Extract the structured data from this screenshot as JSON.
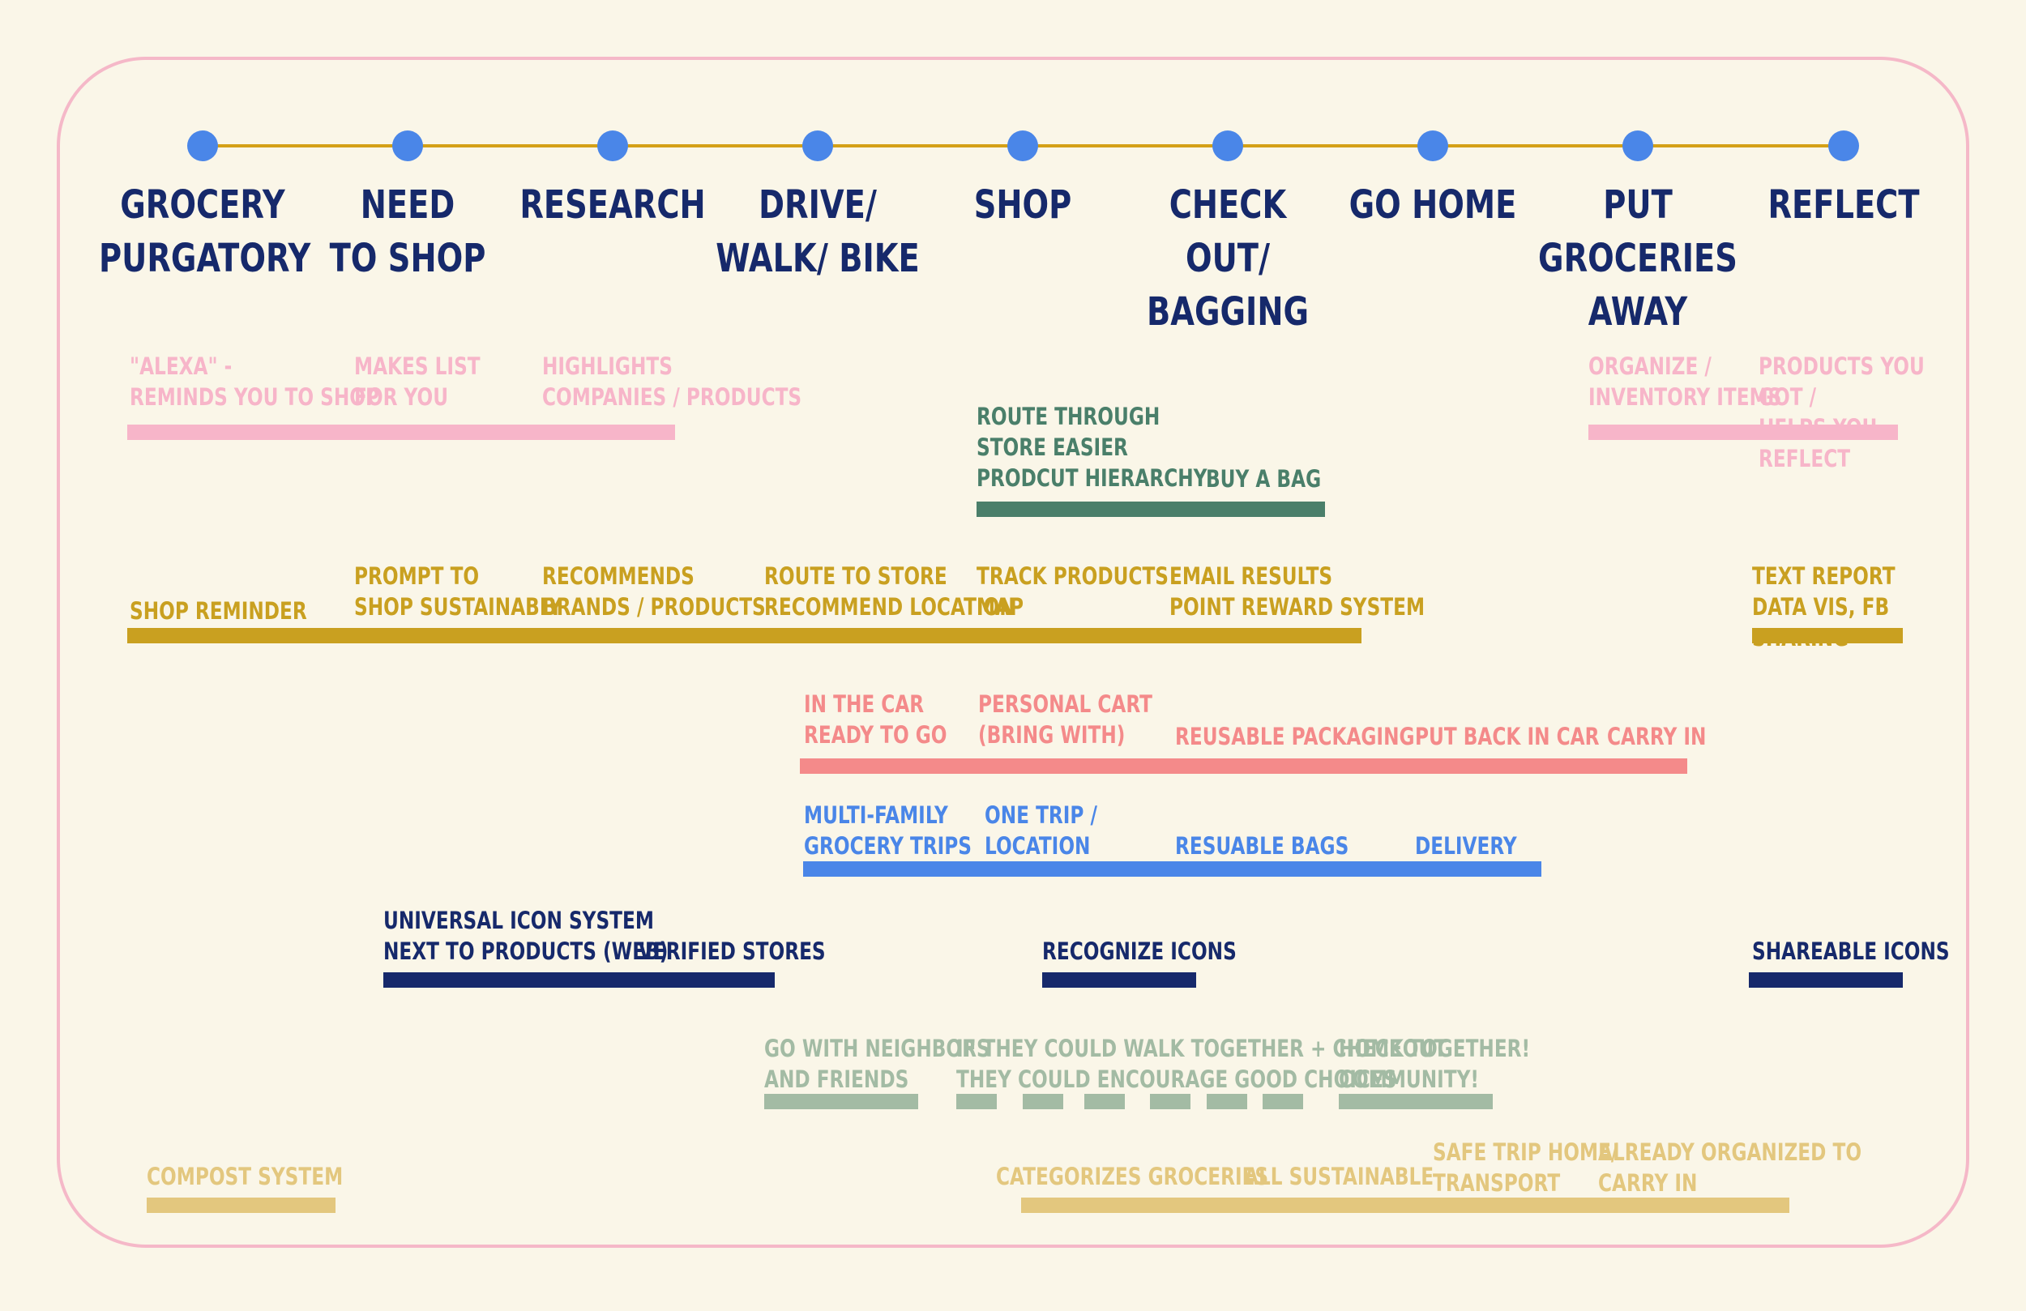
{
  "stages": [
    {
      "label": "GROCERY\nPURGATORY"
    },
    {
      "label": "NEED\nTO SHOP"
    },
    {
      "label": "RESEARCH"
    },
    {
      "label": "DRIVE/\nWALK/ BIKE"
    },
    {
      "label": "SHOP"
    },
    {
      "label": "CHECK OUT/\nBAGGING"
    },
    {
      "label": "GO HOME"
    },
    {
      "label": "PUT\nGROCERIES\nAWAY"
    },
    {
      "label": "REFLECT"
    }
  ],
  "colors": {
    "timeline_line": "#d4a017",
    "timeline_dot": "#4a86e8",
    "stage_text": "#16296b",
    "frame": "#f5b8c8",
    "background": "#faf6e8"
  },
  "lanes": [
    {
      "id": "pink",
      "color": "#f7b5c9",
      "labels": [
        "\"ALEXA\" -\nREMINDS YOU TO SHOP",
        "MAKES LIST\nFOR YOU",
        "HIGHLIGHTS\nCOMPANIES / PRODUCTS",
        "ORGANIZE /\nINVENTORY ITEMS",
        "PRODUCTS YOU GOT /\nHELPS YOU REFLECT"
      ]
    },
    {
      "id": "green",
      "color": "#4a7f6a",
      "labels": [
        "ROUTE THROUGH\nSTORE EASIER\nPRODCUT HIERARCHY",
        "BUY A BAG"
      ]
    },
    {
      "id": "gold",
      "color": "#c9a020",
      "labels": [
        "SHOP REMINDER",
        "PROMPT TO\nSHOP SUSTAINABLY",
        "RECOMMENDS\nBRANDS / PRODUCTS",
        "ROUTE TO STORE\nRECOMMEND LOCATION",
        "TRACK PRODUCTS\nMAP",
        "EMAIL RESULTS\nPOINT REWARD SYSTEM",
        "TEXT REPORT\nDATA VIS, FB SHARING"
      ]
    },
    {
      "id": "salmon",
      "color": "#f48a8a",
      "labels": [
        "IN THE CAR\nREADY TO GO",
        "PERSONAL CART\n(BRING WITH)",
        "REUSABLE PACKAGING",
        "PUT BACK IN CAR",
        "CARRY IN"
      ]
    },
    {
      "id": "blue",
      "color": "#4a86e8",
      "labels": [
        "MULTI-FAMILY\nGROCERY TRIPS",
        "ONE TRIP /\nLOCATION",
        "RESUABLE BAGS",
        "DELIVERY"
      ]
    },
    {
      "id": "navy",
      "color": "#16296b",
      "labels": [
        "UNIVERSAL ICON SYSTEM\nNEXT TO PRODUCTS (WEB)",
        "VERIFIED STORES",
        "RECOGNIZE ICONS",
        "SHAREABLE ICONS"
      ]
    },
    {
      "id": "sage",
      "color": "#a3bba4",
      "labels": [
        "GO WITH NEIGHBORS\nAND FRIENDS",
        "IF THEY COULD WALK TOGETHER + CHECKOUT\nTHEY COULD ENCOURAGE GOOD CHOICES",
        "HOME TOGETHER!\nCOMMUNITY!"
      ]
    },
    {
      "id": "sand",
      "color": "#e3c77e",
      "labels": [
        "COMPOST SYSTEM",
        "CATEGORIZES GROCERIES",
        "ALL SUSTAINABLE",
        "SAFE TRIP HOME/\nTRANSPORT",
        "ALREADY ORGANIZED TO\nCARRY IN"
      ]
    }
  ]
}
